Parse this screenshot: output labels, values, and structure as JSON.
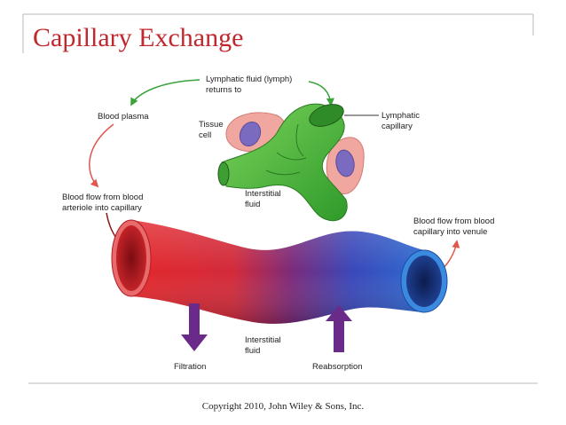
{
  "slide": {
    "title": "Capillary Exchange",
    "copyright": "Copyright 2010, John Wiley & Sons, Inc."
  },
  "diagram": {
    "labels": {
      "lymph_returns": [
        "Lymphatic fluid (lymph)",
        "returns to"
      ],
      "blood_plasma": [
        "Blood plasma"
      ],
      "tissue_cell": [
        "Tissue",
        "cell"
      ],
      "lymphatic_capillary": [
        "Lymphatic",
        "capillary"
      ],
      "interstitial_top": [
        "Interstitial",
        "fluid"
      ],
      "flow_arteriole": [
        "Blood flow from blood",
        "arteriole into capillary"
      ],
      "flow_venule": [
        "Blood flow from blood",
        "capillary into venule"
      ],
      "interstitial_bottom": [
        "Interstitial",
        "fluid"
      ],
      "filtration": [
        "Filtration"
      ],
      "reabsorption": [
        "Reabsorption"
      ]
    },
    "colors": {
      "title": "#c0282d",
      "artery_red": "#d7262b",
      "vein_blue": "#2a5fc4",
      "lymph_green": "#4fbf3a",
      "arrow_purple": "#6a2a8a",
      "cell_pink": "#f0a7a0",
      "nucleus_purple": "#7b6bc0",
      "curved_arrow_red": "#e0574f",
      "curved_arrow_green": "#3aa33a"
    }
  }
}
